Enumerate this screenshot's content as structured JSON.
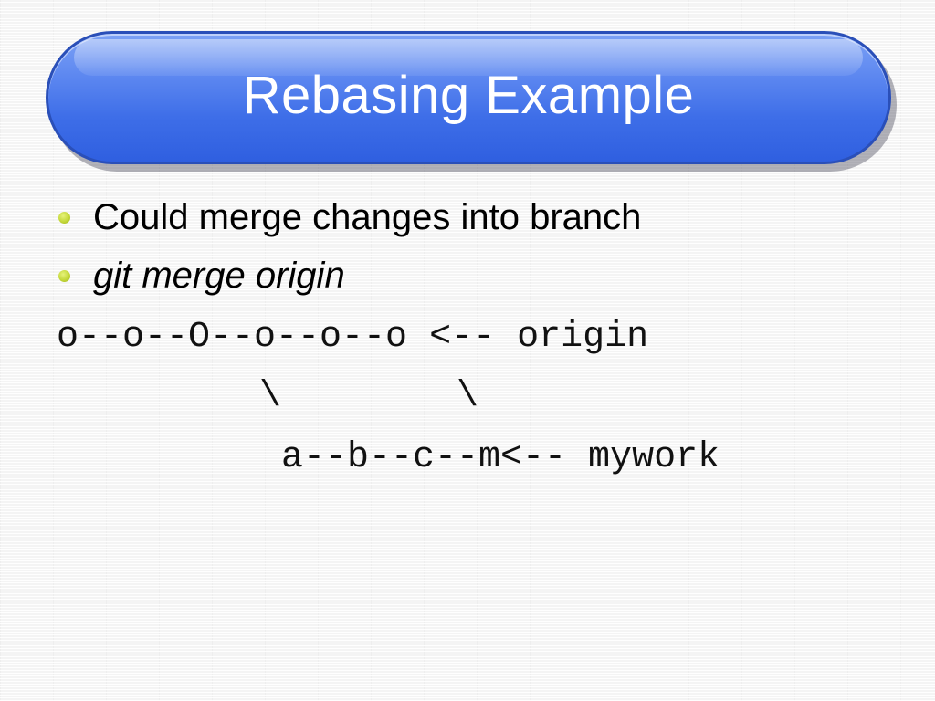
{
  "slide": {
    "title": "Rebasing Example",
    "bullets": [
      {
        "text": "Could merge changes into branch",
        "italic": false
      },
      {
        "text": "git merge origin",
        "italic": true
      }
    ],
    "diagram_lines": [
      "o--o--O--o--o--o <-- origin",
      "\\        \\",
      "a--b--c--m<-- mywork"
    ]
  },
  "colors": {
    "title_fill": "#4a78ec",
    "title_text": "#ffffff",
    "bullet_dot": "#c4d83a",
    "body_text": "#000000"
  }
}
